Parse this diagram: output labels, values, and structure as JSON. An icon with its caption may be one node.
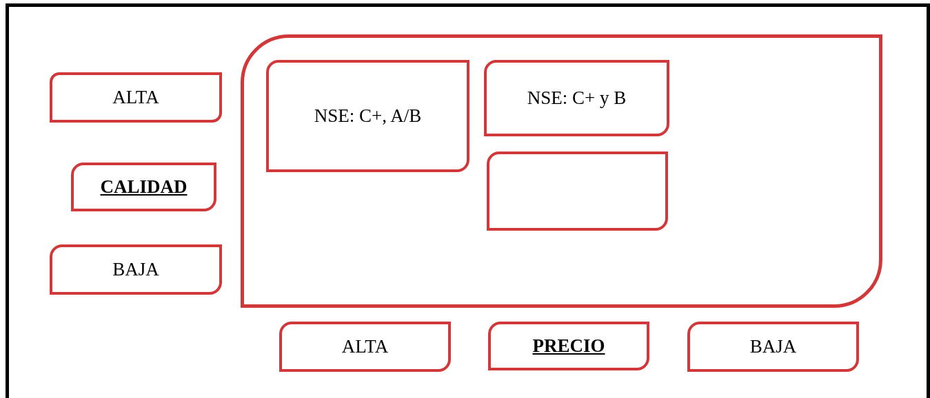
{
  "diagram": {
    "nodes": [
      {
        "text": [
          "ALTA"
        ]
      },
      {
        "text": [
          "CALIDAD"
        ]
      },
      {
        "text": [
          "BAJA"
        ]
      },
      {
        "text": [],
        "shape": "box"
      },
      {
        "text": [
          "NSE: C+, A/B"
        ],
        "in": 3
      },
      {
        "text": [
          "NSE: C+ y B"
        ],
        "in": 3
      },
      {
        "text": [],
        "shape": "box",
        "in": 3
      },
      {
        "text": [
          "ALTA"
        ]
      },
      {
        "text": [
          "PRECIO"
        ]
      },
      {
        "text": [
          "BAJA"
        ]
      }
    ],
    "edges": []
  }
}
